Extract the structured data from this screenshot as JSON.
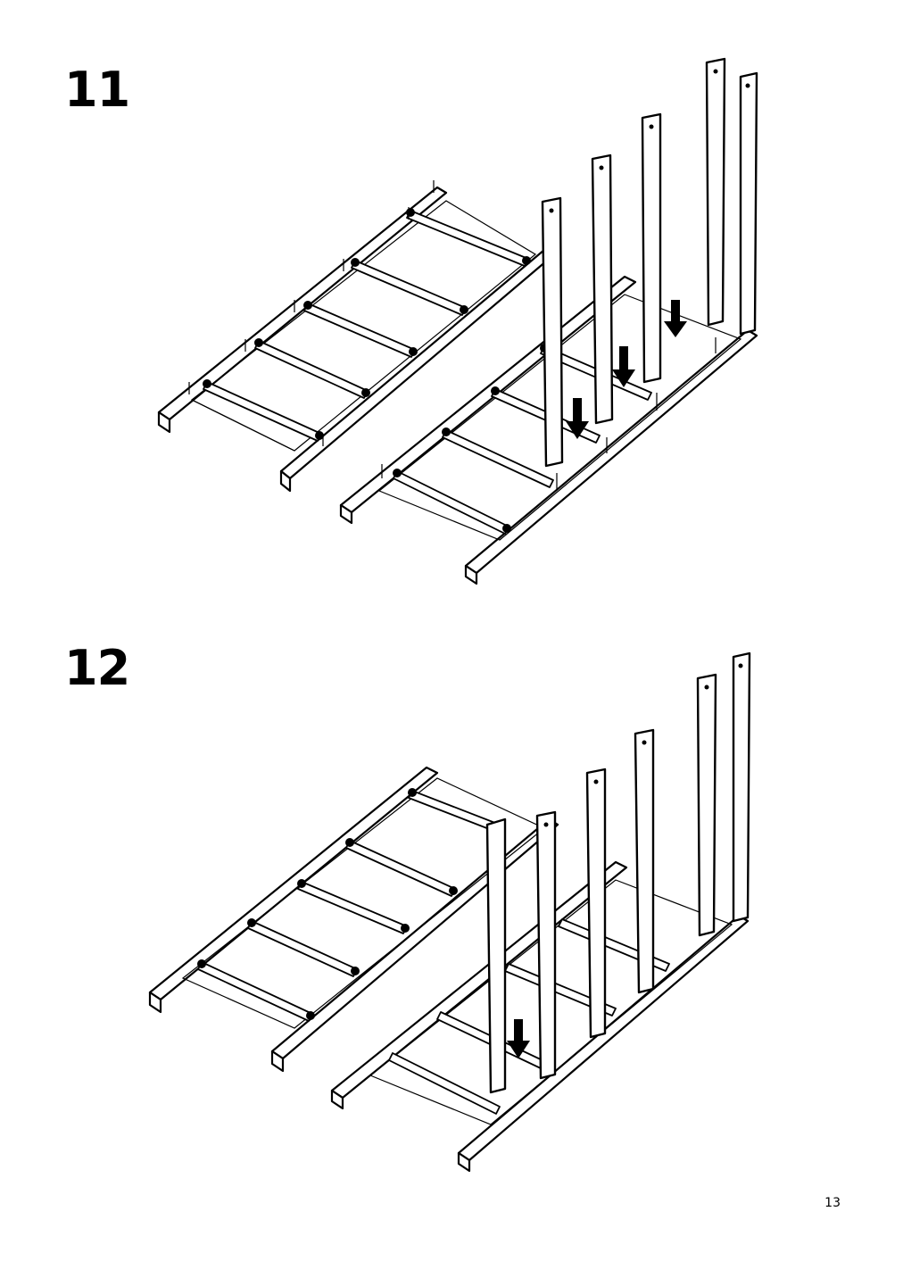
{
  "steps": [
    {
      "number": "11"
    },
    {
      "number": "12"
    }
  ],
  "page_number": "13"
}
